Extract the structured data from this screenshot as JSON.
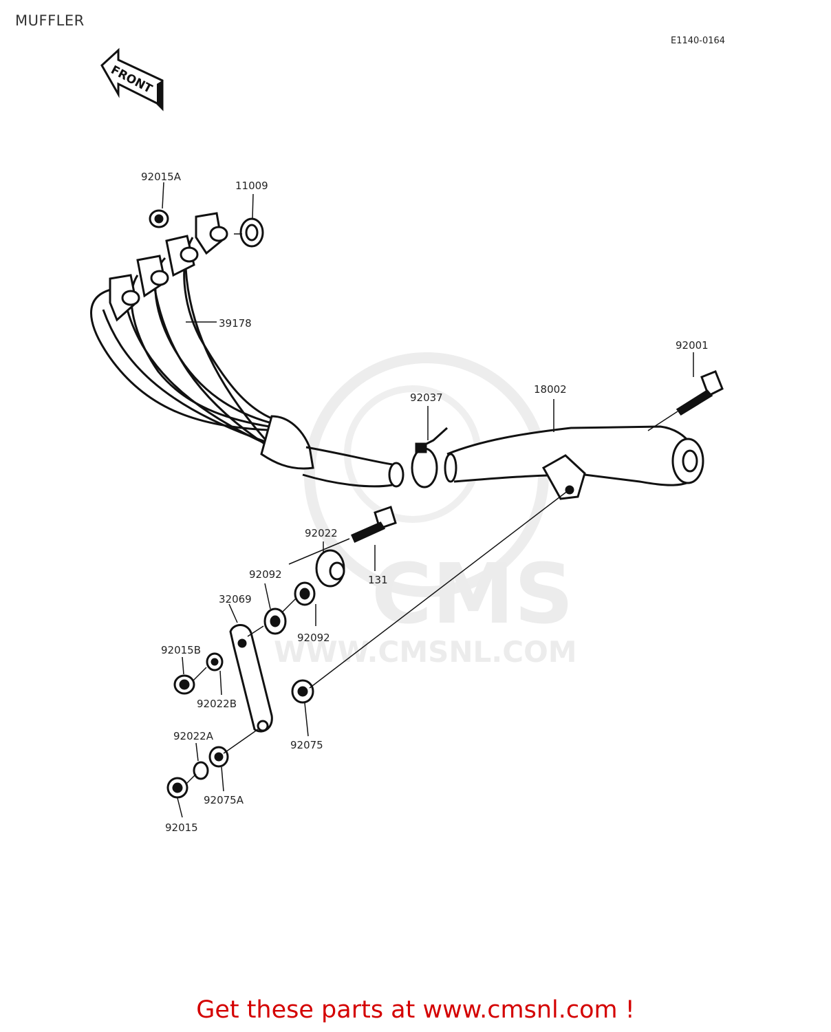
{
  "page": {
    "title": "MUFFLER",
    "diagram_id": "E1140-0164",
    "footer": "Get these parts at www.cmsnl.com !"
  },
  "front_arrow": {
    "label": "FRONT"
  },
  "watermark": {
    "logo_text": "CMS",
    "url_text": "WWW.CMSNL.COM"
  },
  "parts": [
    {
      "id": "p-92015a",
      "number": "92015A"
    },
    {
      "id": "p-11009",
      "number": "11009"
    },
    {
      "id": "p-39178",
      "number": "39178"
    },
    {
      "id": "p-92001",
      "number": "92001"
    },
    {
      "id": "p-18002",
      "number": "18002"
    },
    {
      "id": "p-92037",
      "number": "92037"
    },
    {
      "id": "p-92022",
      "number": "92022"
    },
    {
      "id": "p-131",
      "number": "131"
    },
    {
      "id": "p-92092-top",
      "number": "92092"
    },
    {
      "id": "p-32069",
      "number": "32069"
    },
    {
      "id": "p-92092-bottom",
      "number": "92092"
    },
    {
      "id": "p-92015b",
      "number": "92015B"
    },
    {
      "id": "p-92022b",
      "number": "92022B"
    },
    {
      "id": "p-92075",
      "number": "92075"
    },
    {
      "id": "p-92022a",
      "number": "92022A"
    },
    {
      "id": "p-92075a",
      "number": "92075A"
    },
    {
      "id": "p-92015",
      "number": "92015"
    }
  ]
}
